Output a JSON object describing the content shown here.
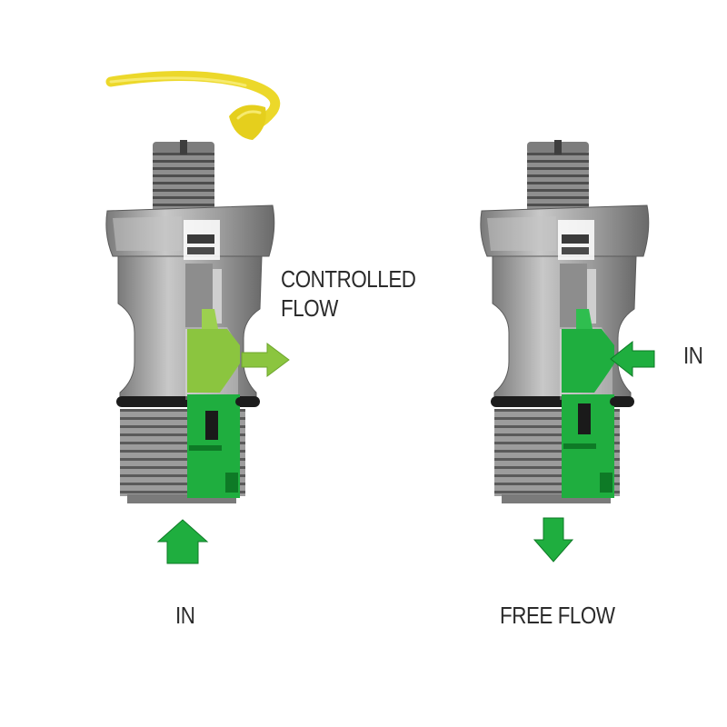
{
  "colors": {
    "flow_green": "#1fae3f",
    "flow_green_dark": "#0e7a26",
    "restricted_green": "#8bc53f",
    "adjust_arrow_yellow": "#ecd82a",
    "metal_light": "#b9b9b9",
    "metal_dark": "#6e6e6e",
    "seal_black": "#1c1c1c",
    "label_text": "#2b2b2b"
  },
  "left_valve": {
    "outlet_label_line1": "CONTROLLED",
    "outlet_label_line2": "FLOW",
    "inlet_label": "IN"
  },
  "right_valve": {
    "inlet_label": "IN",
    "outlet_label": "FREE FLOW"
  },
  "icons": {
    "adjust": "curved-rotation-arrow",
    "flow": "block-arrow"
  }
}
